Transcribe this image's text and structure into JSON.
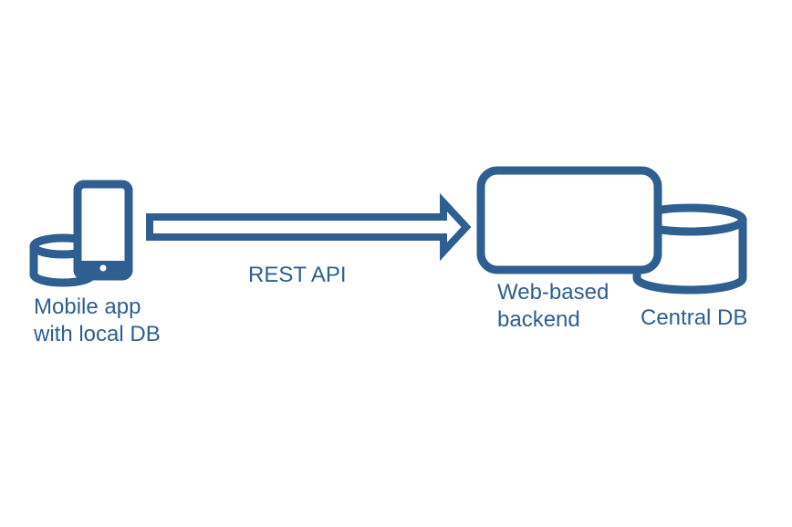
{
  "colors": {
    "stroke": "#2f5f90",
    "background": "#ffffff"
  },
  "mobile": {
    "label_line1": "Mobile app",
    "label_line2": "with local DB",
    "icons": [
      "phone-icon",
      "database-icon"
    ]
  },
  "connection": {
    "label": "REST API",
    "icon": "arrow-right-icon"
  },
  "backend": {
    "label_line1": "Web-based",
    "label_line2": "backend",
    "icon": "server-box-icon"
  },
  "central_db": {
    "label": "Central DB",
    "icon": "database-icon"
  }
}
